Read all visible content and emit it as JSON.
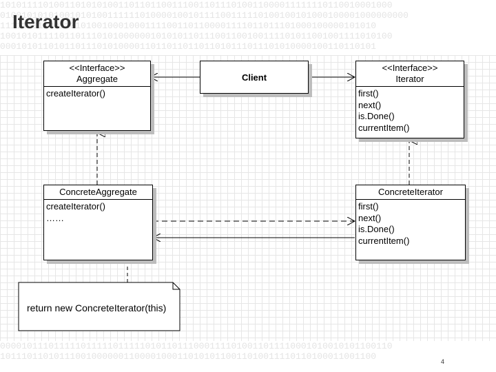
{
  "title": "Iterator",
  "page_number": "4",
  "background_binary": {
    "top_lines": [
      "1010111101001101010100110110110011100110111010011000011111110110010001000",
      "0100101010100101010011111101000010010111100111110100100101000100001000000000",
      "1111110110011010100100010001111001101100001111011011101000100000101010",
      "1001010111101101110101000000101010110111001100100111101011001001111010100",
      "0001010110101101110101000011011011011011010111011101010000100110110101"
    ],
    "bottom_lines": [
      "0000101110111110111110111110101101110001111010011011110001010010101100110",
      "1011101101011100100000011000010001101010110011010011110110100011001100"
    ]
  },
  "diagram": {
    "aggregate": {
      "stereotype": "<<Interface>>",
      "name": "Aggregate",
      "operations": [
        "createIterator()"
      ]
    },
    "client": {
      "name": "Client"
    },
    "iterator": {
      "stereotype": "<<Interface>>",
      "name": "Iterator",
      "operations": [
        "first()",
        "next()",
        "is.Done()",
        "currentItem()"
      ]
    },
    "concrete_aggregate": {
      "name": "ConcreteAggregate",
      "operations": [
        "createIterator()",
        "……"
      ]
    },
    "concrete_iterator": {
      "name": "ConcreteIterator",
      "operations": [
        "first()",
        "next()",
        "is.Done()",
        "currentItem()"
      ]
    },
    "note": {
      "text": "return new ConcreteIterator(this)"
    }
  }
}
